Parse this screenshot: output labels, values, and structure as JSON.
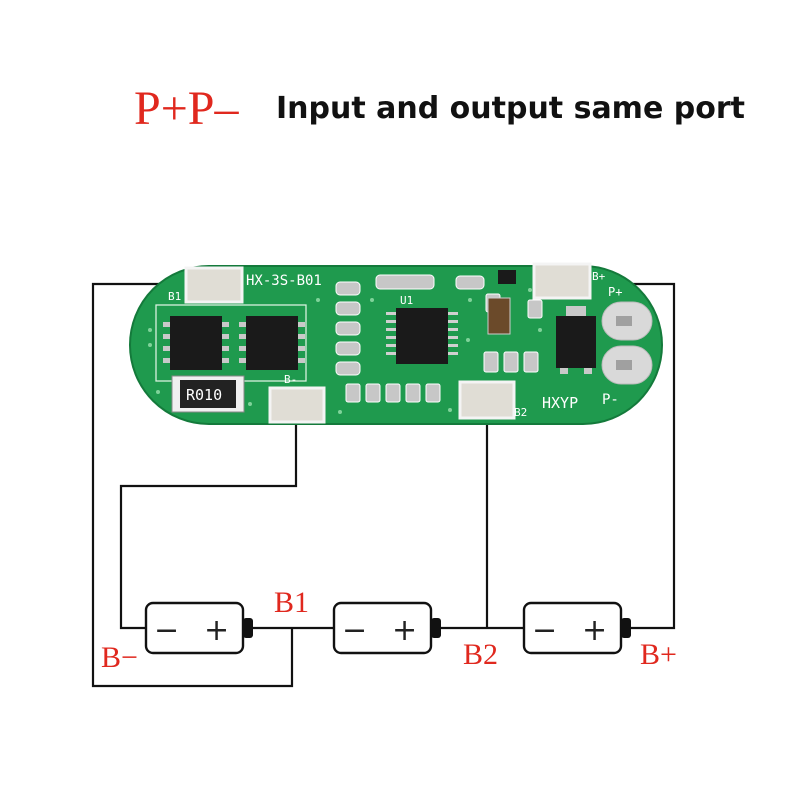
{
  "header": {
    "pp_label": "P+P–",
    "title": "Input and output same port"
  },
  "board": {
    "model": "HX-3S-B01",
    "brand": "HXYP",
    "resistor_code": "R010",
    "chip_label": "U1",
    "pad_labels": {
      "b1": "B1",
      "b_minus": "B-",
      "b2": "B2",
      "b_plus": "B+",
      "p_plus": "P+",
      "p_minus": "P-"
    },
    "colors": {
      "pcb": "#1f9a4e",
      "pad": "#e0ddd5",
      "pad_border": "#f4f4f4",
      "chip": "#1a1a1a"
    }
  },
  "wiring": {
    "battery_minus_sign": "−",
    "battery_plus_sign": "+",
    "labels": {
      "b_minus": "B−",
      "b1": "B1",
      "b2": "B2",
      "b_plus": "B+"
    },
    "colors": {
      "wire": "#111111",
      "label": "#e0281e"
    }
  }
}
